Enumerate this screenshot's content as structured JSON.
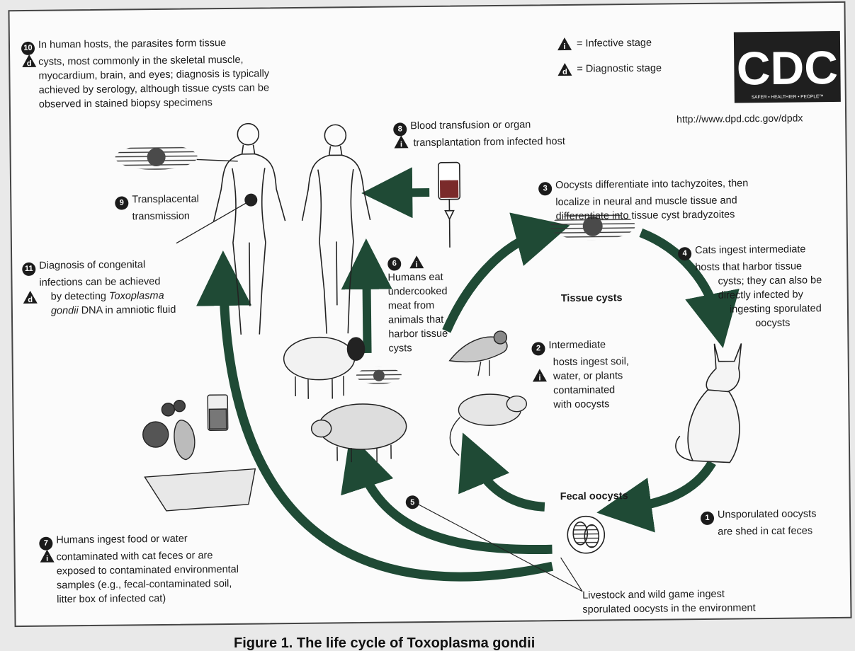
{
  "legend": {
    "infective": "= Infective stage",
    "diagnostic": "= Diagnostic stage",
    "icon_infective": "i",
    "icon_diagnostic": "d"
  },
  "logo": {
    "text": "CDC",
    "tagline": "SAFER • HEALTHIER • PEOPLE™",
    "url": "http://www.dpd.cdc.gov/dpdx"
  },
  "steps": {
    "s10": {
      "num": "10",
      "lines": [
        "In human hosts, the parasites form tissue",
        "cysts, most commonly in the skeletal muscle,",
        "myocardium, brain, and eyes; diagnosis is typically",
        "achieved by serology, although tissue cysts can be",
        "observed in stained biopsy specimens"
      ]
    },
    "s8": {
      "num": "8",
      "lines": [
        "Blood transfusion or organ",
        "transplantation from infected host"
      ]
    },
    "s3": {
      "num": "3",
      "lines": [
        "Oocysts differentiate into tachyzoites, then",
        "localize in neural and muscle tissue and",
        "differentiate into tissue cyst bradyzoites"
      ]
    },
    "s9": {
      "num": "9",
      "lines": [
        "Transplacental",
        "transmission"
      ]
    },
    "s4": {
      "num": "4",
      "lines": [
        "Cats ingest intermediate",
        "hosts that harbor tissue",
        "cysts; they can also be",
        "directly infected by",
        "ingesting sporulated",
        "oocysts"
      ]
    },
    "s6": {
      "num": "6",
      "lines": [
        "Humans eat",
        "undercooked",
        "meat from",
        "animals that",
        "harbor tissue",
        "cysts"
      ]
    },
    "s11": {
      "num": "11",
      "line1": "Diagnosis of congenital",
      "line2": "infections can be achieved",
      "line3a": "by detecting ",
      "line3b": "Toxoplasma",
      "line4a": "gondii",
      "line4b": " DNA in amniotic fluid"
    },
    "s2": {
      "num": "2",
      "lines": [
        "Intermediate",
        "hosts ingest soil,",
        "water, or plants",
        "contaminated",
        "with oocysts"
      ]
    },
    "s1": {
      "num": "1",
      "lines": [
        "Unsporulated oocysts",
        "are shed in cat feces"
      ]
    },
    "s5": {
      "num": "5",
      "lines": [
        "Livestock and wild game ingest",
        "sporulated oocysts in the environment"
      ]
    },
    "s7": {
      "num": "7",
      "lines": [
        "Humans ingest food or water",
        "contaminated with cat feces or are",
        "exposed to contaminated environmental",
        "samples (e.g., fecal-contaminated soil,",
        "litter box of infected cat)"
      ]
    }
  },
  "labels": {
    "tissue_cysts": "Tissue cysts",
    "fecal_oocysts": "Fecal oocysts"
  },
  "caption": "Figure 1. The life cycle of Toxoplasma gondii",
  "colors": {
    "arrow": "#1f4a35",
    "ink": "#1a1a1a",
    "blood": "#7a2a2a"
  }
}
